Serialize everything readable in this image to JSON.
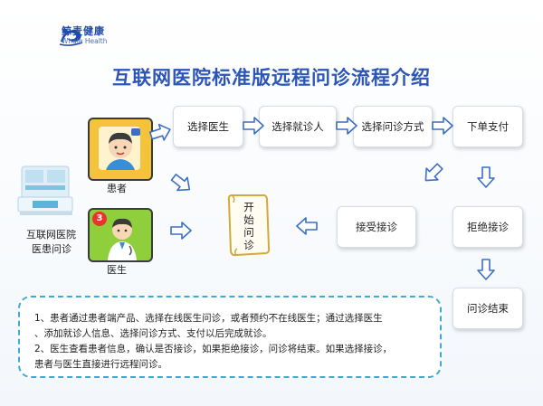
{
  "logo": {
    "name_cn": "鲸麦健康",
    "name_en": "Whale Health"
  },
  "title": "互联网医院标准版远程问诊流程介绍",
  "hospital": {
    "line1": "互联网医院",
    "line2": "医患问诊"
  },
  "actors": {
    "patient": "患者",
    "doctor": "医生"
  },
  "doctor_badge": "3",
  "steps": {
    "select_doctor": "选择医生",
    "select_patient": "选择就诊人",
    "select_method": "选择问诊方式",
    "order_pay": "下单支付",
    "accept": "接受接诊",
    "reject": "拒绝接诊",
    "end": "问诊结束"
  },
  "start": [
    "开",
    "始",
    "问",
    "诊"
  ],
  "notes": [
    "1、患者通过患者端产品、选择在线医生问诊，或者预约不在线医生；通过选择医生",
    "、添加就诊人信息、选择问诊方式、支付以后完成就诊。",
    "2、医生查看患者信息，确认是否接诊，如果拒绝接诊，问诊将结束。如果选择接诊，",
    "患者与医生直接进行远程问诊。"
  ],
  "colors": {
    "title": "#2b55b8",
    "arrow_outline": "#3a6fc4",
    "patient_card": "#f5c33b",
    "doctor_card": "#8fcf3c",
    "notes_border": "#45a9cf"
  }
}
